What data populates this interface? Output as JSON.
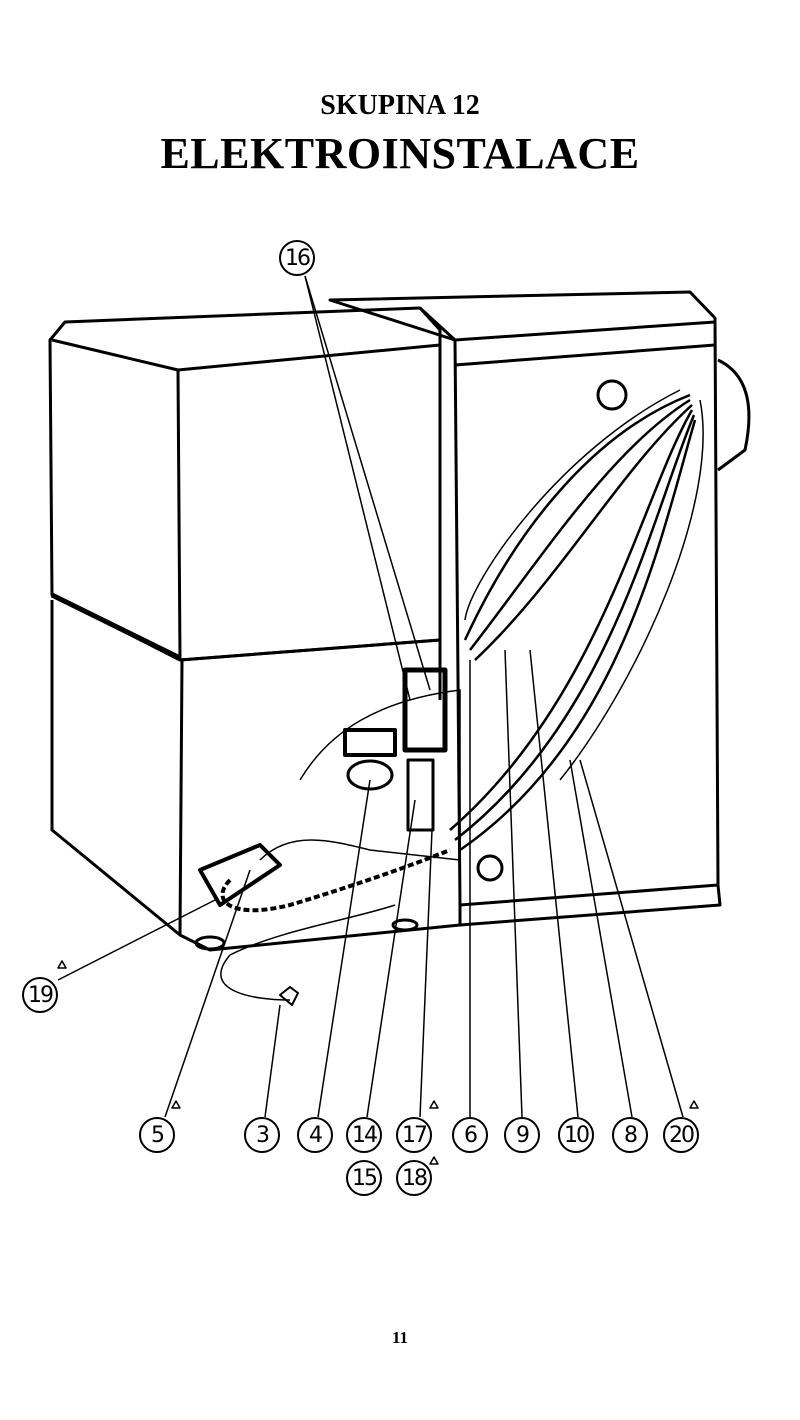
{
  "header": {
    "group": "SKUPINA 12",
    "title": "ELEKTROINSTALACE"
  },
  "figure": {
    "callouts": [
      "16",
      "19",
      "5",
      "3",
      "4",
      "14",
      "17",
      "6",
      "9",
      "10",
      "8",
      "20",
      "15",
      "18"
    ],
    "warning_marked": [
      "19",
      "5",
      "17",
      "18",
      "20"
    ]
  },
  "footer": {
    "page_number": "11"
  }
}
